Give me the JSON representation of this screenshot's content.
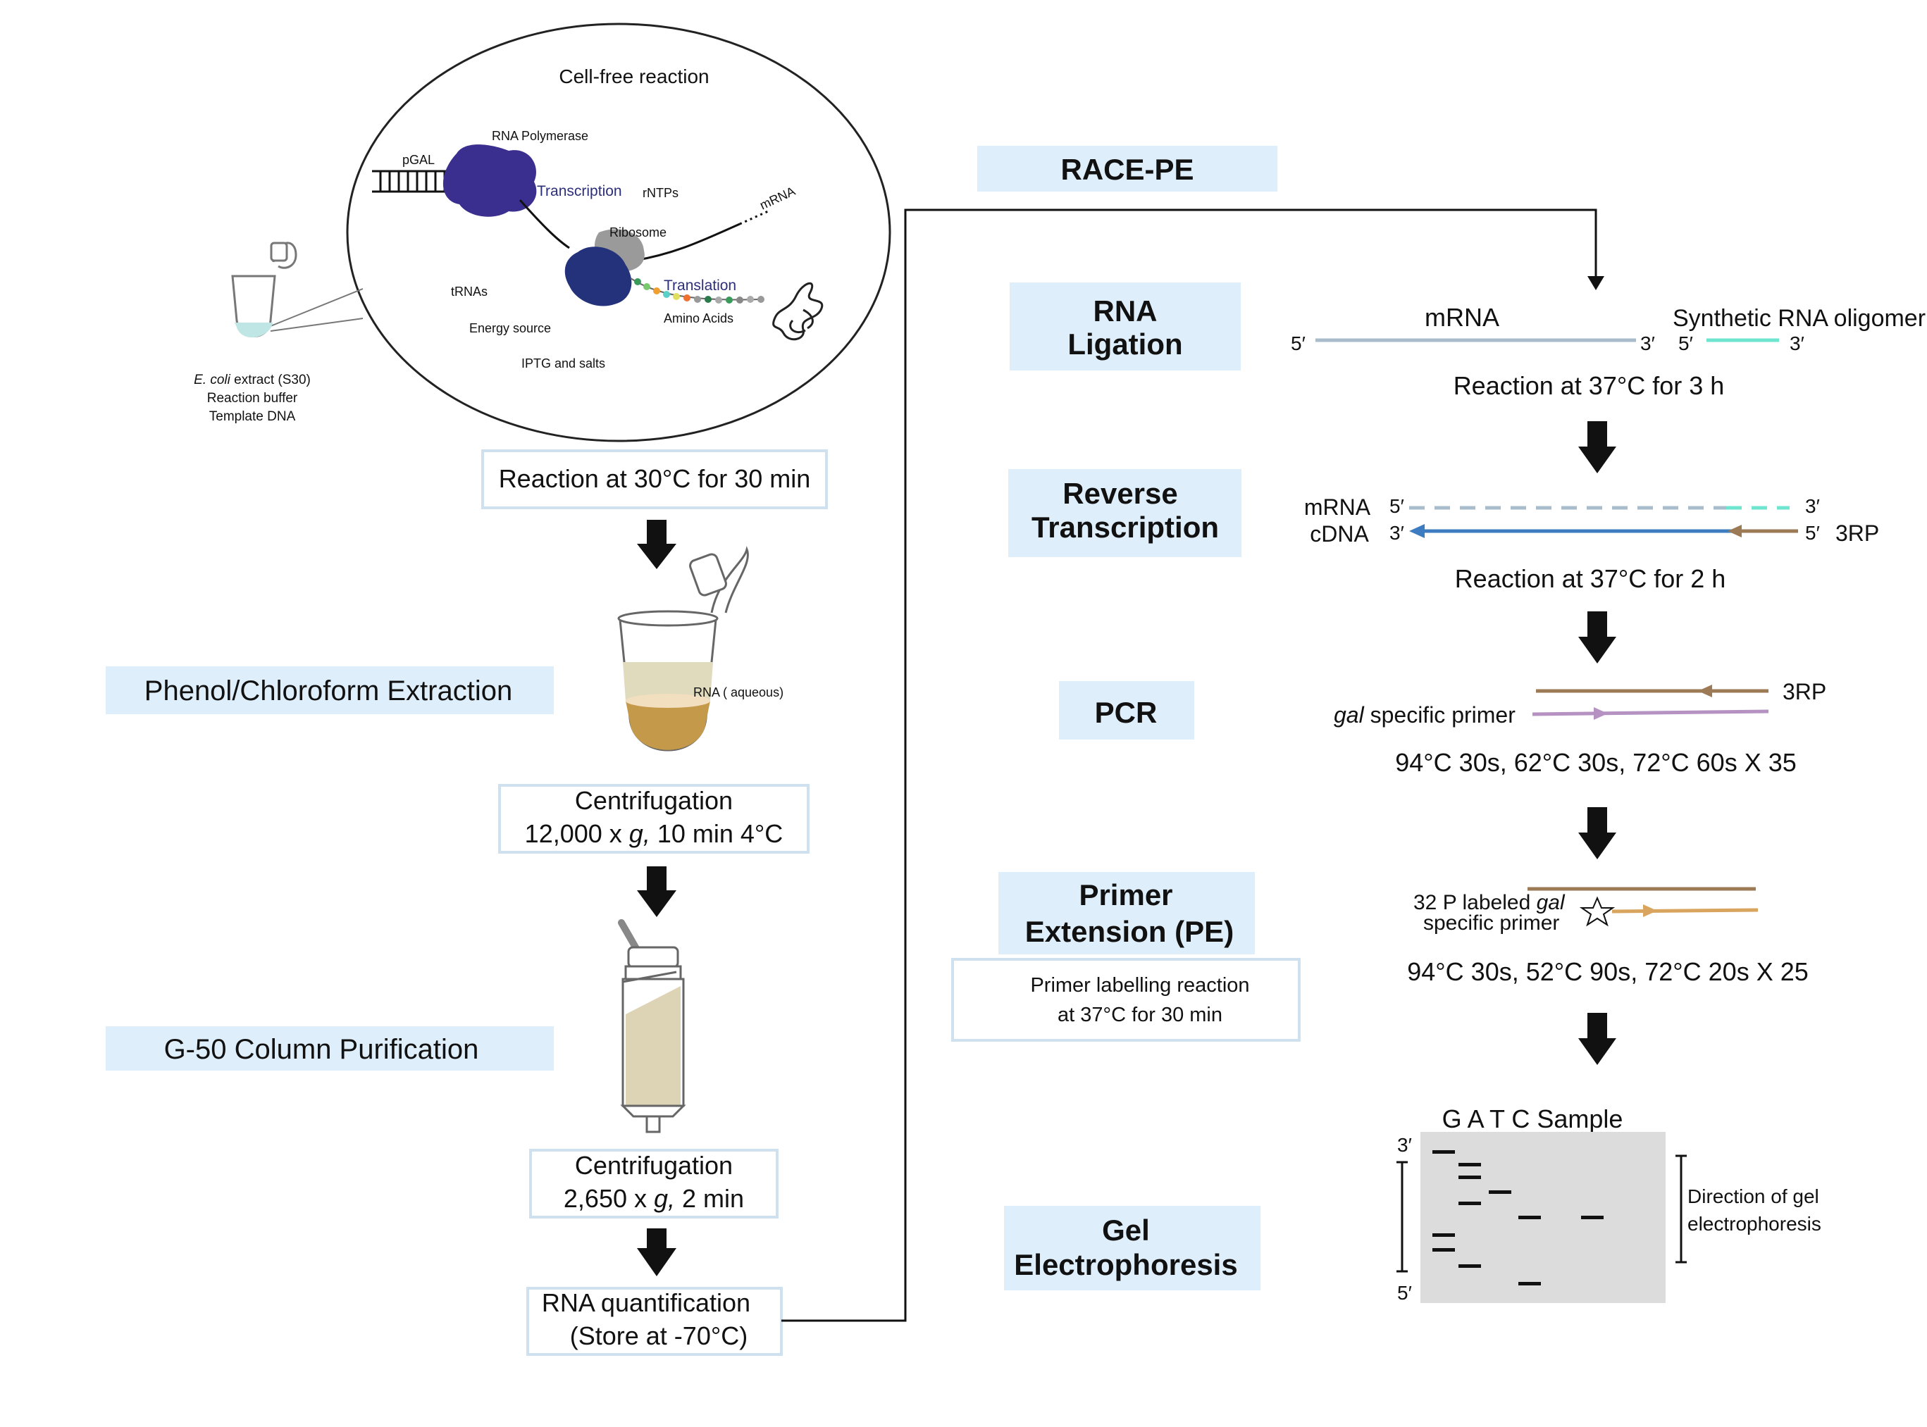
{
  "cell_free": {
    "title": "Cell-free reaction",
    "labels": {
      "rna_polymerase": "RNA Polymerase",
      "pgal": "pGAL",
      "transcription": "Transcription",
      "rntps": "rNTPs",
      "mrna": "mRNA",
      "ribosome": "Ribosome",
      "translation": "Translation",
      "trnas": "tRNAs",
      "energy_source": "Energy source",
      "amino_acids": "Amino Acids",
      "iptg_salts": "IPTG and salts"
    },
    "tube_caption": [
      "E. coli",
      " extract (S30)",
      "Reaction buffer",
      "Template DNA"
    ]
  },
  "left_steps": {
    "reaction": "Reaction at 30°C for  30 min",
    "phenol": "Phenol/Chloroform Extraction",
    "rna_aqueous": "RNA ( aqueous)",
    "centrifugation1": [
      "Centrifugation",
      "12,000 x ",
      "g,",
      " 10 min 4°C"
    ],
    "g50": "G-50 Column Purification",
    "centrifugation2": [
      "Centrifugation",
      "2,650 x ",
      "g,",
      " 2 min"
    ],
    "quant": [
      "RNA quantification",
      "(Store at -70°C)"
    ]
  },
  "race_pe": {
    "title": "RACE-PE",
    "ligation": {
      "label": [
        "RNA",
        "Ligation"
      ],
      "mrna": "mRNA",
      "oligomer": "Synthetic RNA oligomer",
      "five": "5′",
      "three": "3′",
      "condition": "Reaction at 37°C for 3 h"
    },
    "rt": {
      "label": [
        "Reverse",
        "Transcription"
      ],
      "mrna": "mRNA",
      "cdna": "cDNA",
      "five": "5′",
      "three": "3′",
      "primer": "3RP",
      "condition": "Reaction at 37°C for 2 h"
    },
    "pcr": {
      "label": "PCR",
      "primer": "3RP",
      "gal_primer": [
        "gal",
        " specific primer"
      ],
      "condition": "94°C 30s, 62°C 30s, 72°C 60s X 35"
    },
    "pe": {
      "label": [
        "Primer",
        "Extension (PE)"
      ],
      "labelling": [
        "Primer labelling reaction",
        "at 37°C for 30 min"
      ],
      "primer_text": [
        "32 P labeled ",
        "gal",
        "specific primer"
      ],
      "condition": "94°C 30s, 52°C 90s, 72°C 20s X 25"
    },
    "gel": {
      "label": [
        "Gel",
        "Electrophoresis"
      ],
      "header": "G A T C Sample",
      "three": "3′",
      "five": "5′",
      "direction": [
        "Direction of gel",
        "electrophoresis"
      ]
    }
  },
  "colors": {
    "label_fill": "#dfeefb",
    "box_border": "#cfe0ee",
    "polymerase": "#3a2f8f",
    "ribosome": "#23327a",
    "mrna_line": "#a9bccb",
    "oligomer": "#6ee6cf",
    "cdna": "#3d7cc0",
    "primer_brown": "#9b7a55",
    "primer_purple": "#b692c2",
    "primer_orange": "#d9a55e",
    "gel": "#dcdcdc"
  }
}
